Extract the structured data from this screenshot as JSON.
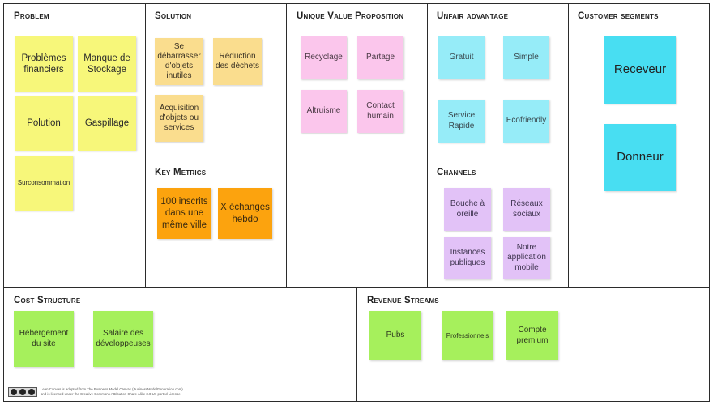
{
  "sections": {
    "problem": "Problem",
    "solution": "Solution",
    "uvp": "Unique Value Proposition",
    "unfair": "Unfair advantage",
    "segments": "Customer segments",
    "metrics": "Key Metrics",
    "channels": "Channels",
    "cost": "Cost Structure",
    "revenue": "Revenue Streams"
  },
  "notes": {
    "problem": [
      "Problèmes financiers",
      "Manque de Stockage",
      "Polution",
      "Gaspillage",
      "Surconsommation"
    ],
    "solution": [
      "Se débarrasser d'objets inutiles",
      "Réduction des déchets",
      "Acquisition d'objets ou services"
    ],
    "uvp": [
      "Recyclage",
      "Partage",
      "Altruisme",
      "Contact humain"
    ],
    "unfair": [
      "Gratuit",
      "Simple",
      "Service Rapide",
      "Ecofriendly"
    ],
    "segments": [
      "Receveur",
      "Donneur"
    ],
    "metrics": [
      "100 inscrits dans une même ville",
      "X échanges hebdo"
    ],
    "channels": [
      "Bouche à oreille",
      "Réseaux sociaux",
      "Instances publiques",
      "Notre application mobile"
    ],
    "cost": [
      "Hébergement du site",
      "Salaire des développeuses"
    ],
    "revenue": [
      "Pubs",
      "Professionnels",
      "Compte premium"
    ]
  },
  "license_text": "Lean Canvas is adapted from The Business Model Canvas (BusinessModelGeneration.com) and is licensed under the Creative Commons Attribution-Share Alike 3.0 Un-ported License.",
  "colors": {
    "problem": "#f7f77a",
    "solution": "#fadd8e",
    "metrics": "#fca30e",
    "uvp": "#fbc6ec",
    "unfair": "#96ecf8",
    "segments": "#48def2",
    "channels": "#e2c2f7",
    "cost_revenue": "#a6f05c"
  },
  "icons": [
    "creative-commons-icon"
  ]
}
